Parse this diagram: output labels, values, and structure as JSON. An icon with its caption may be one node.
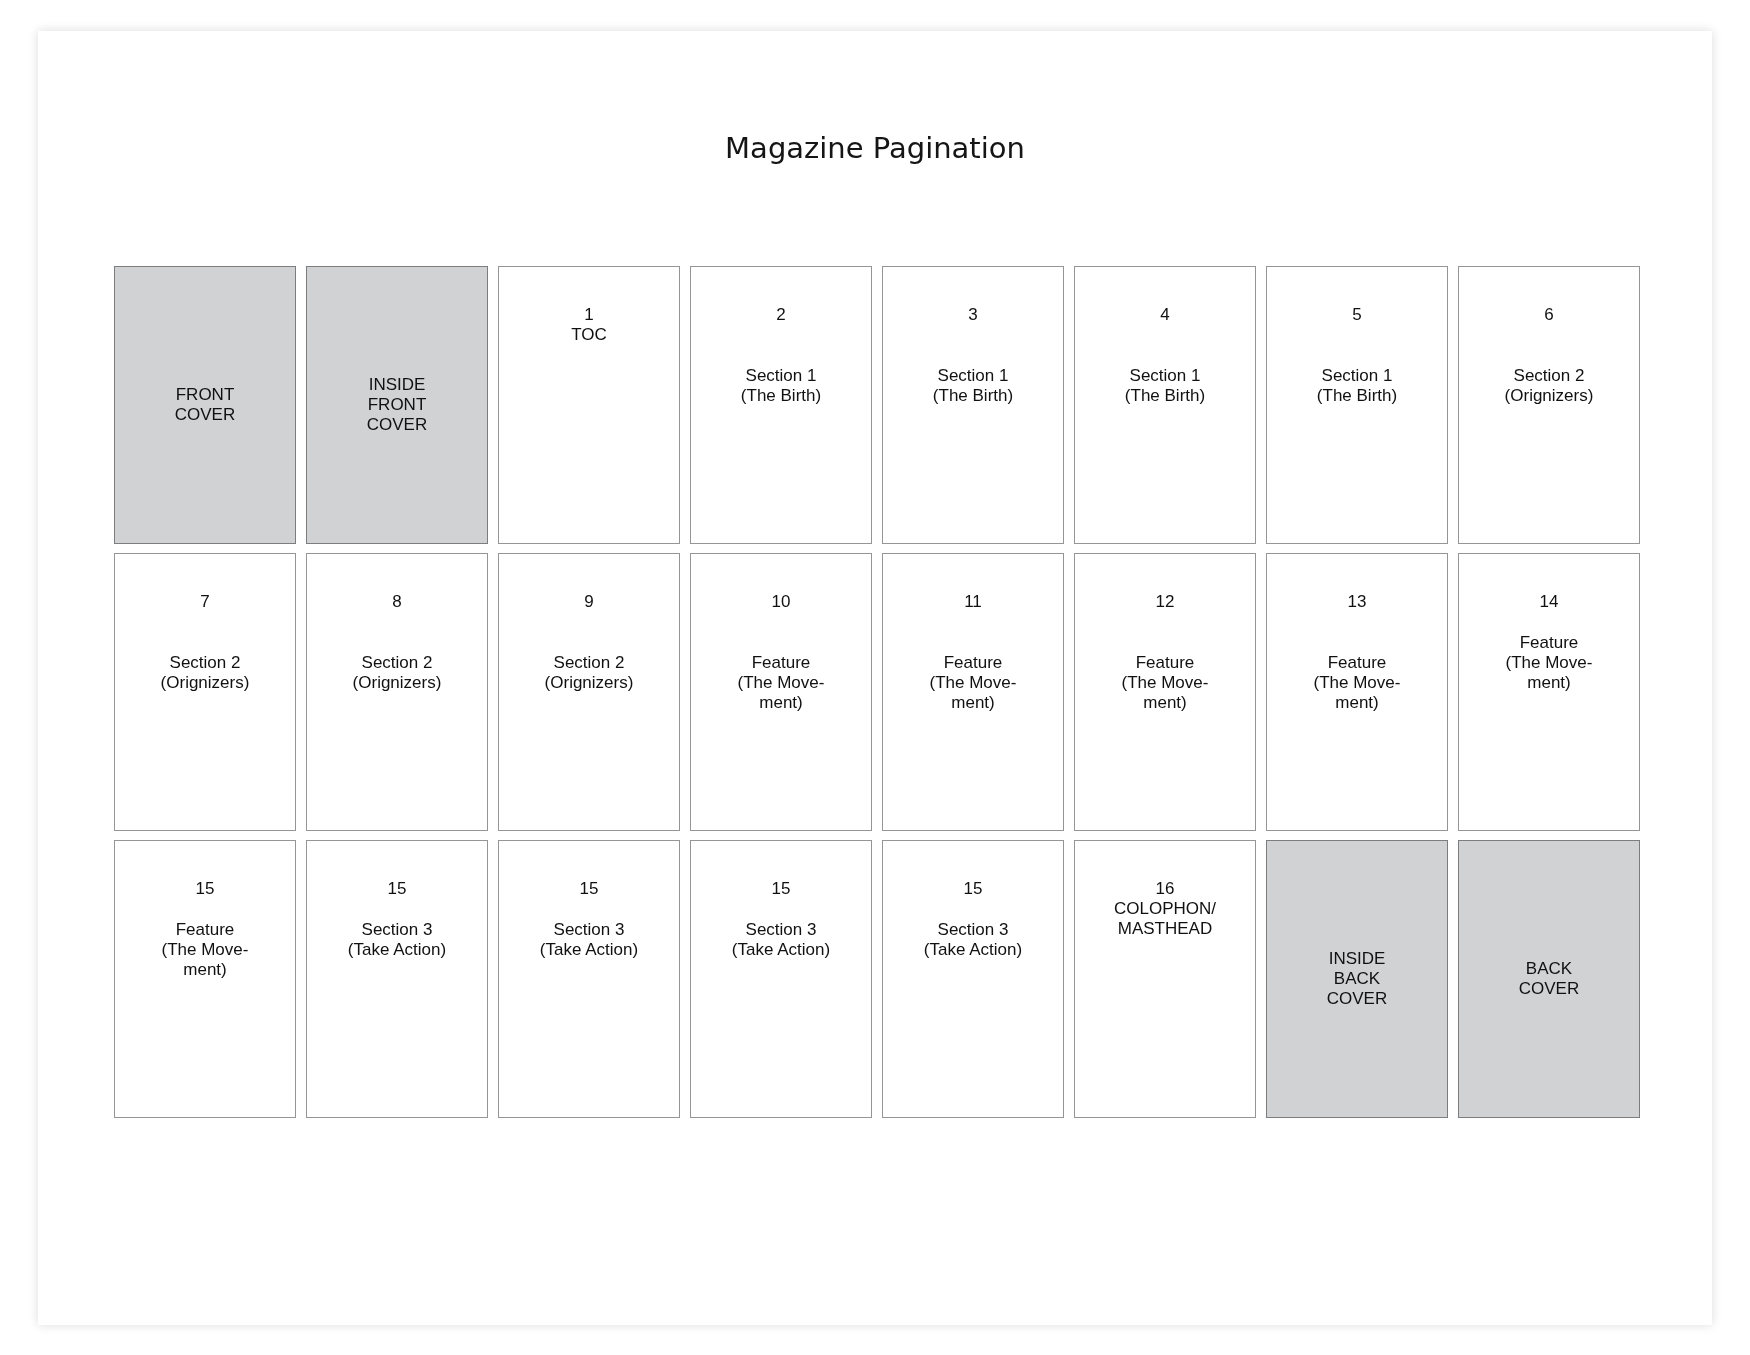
{
  "diagram": {
    "title": "Magazine Pagination",
    "nodes": [
      {
        "text": [
          "FRONT COVER"
        ]
      },
      {
        "text": [
          "INSIDE FRONT COVER"
        ]
      },
      {
        "text": [
          "1",
          "TOC"
        ]
      },
      {
        "text": [
          "2",
          "Section 1 (The Birth)"
        ]
      },
      {
        "text": [
          "3",
          "Section 1 (The Birth)"
        ]
      },
      {
        "text": [
          "4",
          "Section 1 (The Birth)"
        ]
      },
      {
        "text": [
          "5",
          "Section 1 (The Birth)"
        ]
      },
      {
        "text": [
          "6",
          "Section 2 (Orignizers)"
        ]
      },
      {
        "text": [
          "7",
          "Section 2 (Orignizers)"
        ]
      },
      {
        "text": [
          "8",
          "Section 2 (Orignizers)"
        ]
      },
      {
        "text": [
          "9",
          "Section 2 (Orignizers)"
        ]
      },
      {
        "text": [
          "10",
          "Feature (The Move- ment)"
        ]
      },
      {
        "text": [
          "11",
          "Feature (The Move- ment)"
        ]
      },
      {
        "text": [
          "12",
          "Feature (The Move- ment)"
        ]
      },
      {
        "text": [
          "13",
          "Feature (The Move- ment)"
        ]
      },
      {
        "text": [
          "14",
          "Feature (The Move- ment)"
        ]
      },
      {
        "text": [
          "15",
          "Feature (The Move- ment)"
        ]
      },
      {
        "text": [
          "15",
          "Section 3 (Take Action)"
        ]
      },
      {
        "text": [
          "15",
          "Section 3 (Take Action)"
        ]
      },
      {
        "text": [
          "15",
          "Section 3 (Take Action)"
        ]
      },
      {
        "text": [
          "15",
          "Section 3 (Take Action)"
        ]
      },
      {
        "text": [
          "16",
          "COLOPHON/ MASTHEAD"
        ]
      },
      {
        "text": [
          "INSIDE BACK COVER"
        ]
      },
      {
        "text": [
          "BACK COVER"
        ]
      }
    ]
  }
}
